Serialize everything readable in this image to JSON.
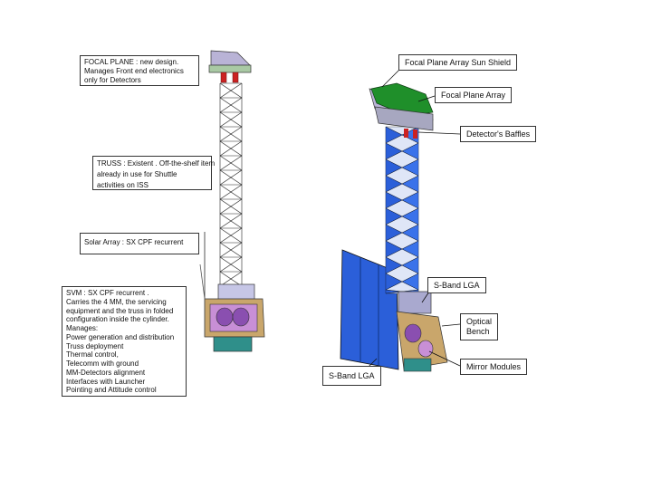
{
  "left_callouts": {
    "focal_plane": {
      "lines": [
        "FOCAL PLANE : new design.",
        "Manages Front end electronics",
        "only for Detectors"
      ]
    },
    "truss": {
      "lines": [
        "TRUSS : Existent . Off-the-shelf item",
        "already in use for Shuttle",
        "activities on ISS"
      ]
    },
    "solar_array": {
      "lines": [
        "Solar Array : SX CPF recurrent"
      ]
    },
    "svm": {
      "lines": [
        "SVM : SX CPF recurrent .",
        "Carries the 4 MM, the servicing",
        "equipment and the truss in folded",
        "configuration inside the cylinder.",
        "Manages:",
        "Power generation and distribution",
        "Truss deployment",
        "Thermal control,",
        "Telecomm with ground",
        "MM-Detectors alignment",
        "Interfaces with Launcher",
        "Pointing and Attitude control"
      ]
    }
  },
  "right_labels": {
    "sun_shield": "Focal Plane Array Sun Shield",
    "focal_plane_array": "Focal Plane Array",
    "detectors_baffles": "Detector's Baffles",
    "sband_lga_top": "S-Band LGA",
    "optical_bench": [
      "Optical",
      "Bench"
    ],
    "mirror_modules": "Mirror Modules",
    "sband_lga_bottom": "S-Band LGA"
  },
  "colors": {
    "focal_plane_top": "#b9b3d6",
    "focal_plane_array": "#1f8f2a",
    "truss_blue": "#2b5fd9",
    "svm_body": "#c9a66b",
    "svm_purple": "#8a4fb0",
    "svm_teal": "#2f8f8a",
    "red_baffle": "#cc2222"
  }
}
